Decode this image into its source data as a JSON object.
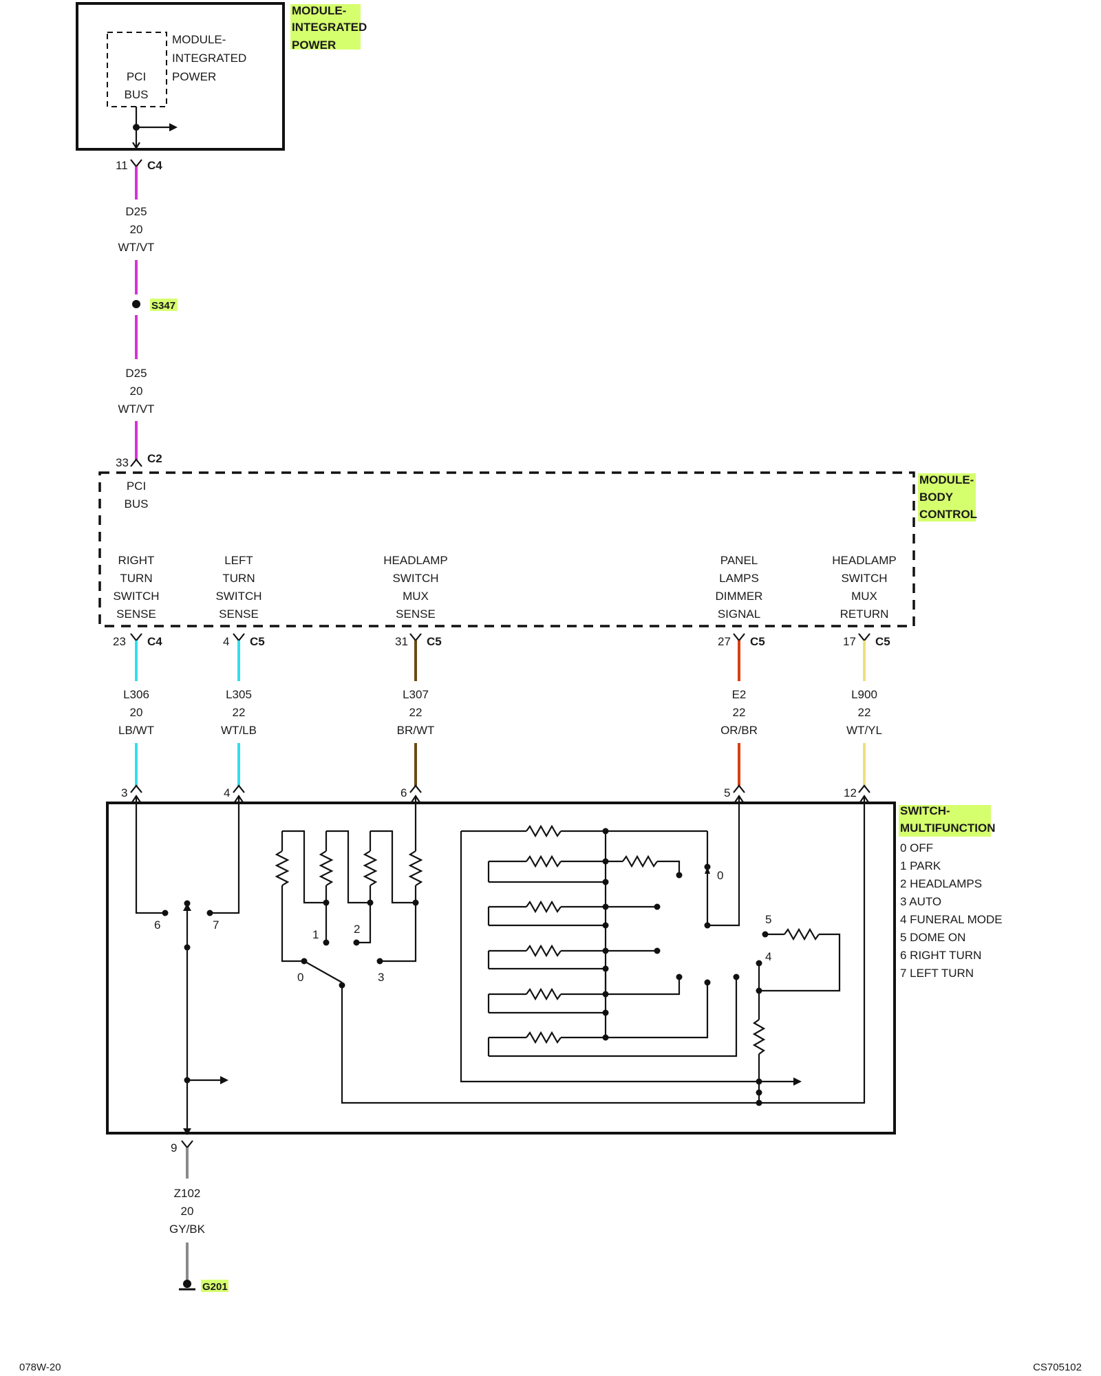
{
  "module_ipm": {
    "title_lines": [
      "MODULE-",
      "INTEGRATED",
      "POWER"
    ],
    "inner_lines": [
      "MODULE-",
      "INTEGRATED",
      "POWER"
    ],
    "pci_lines": [
      "PCI",
      "BUS"
    ],
    "pin": "11",
    "connector": "C4"
  },
  "wire_d25_top": {
    "circuit": "D25",
    "gauge": "20",
    "color": "WT/VT",
    "hex": "#d633d6"
  },
  "splice": {
    "label": "S347"
  },
  "wire_d25_bottom": {
    "circuit": "D25",
    "gauge": "20",
    "color": "WT/VT",
    "hex": "#d633d6"
  },
  "module_bcm": {
    "title_lines": [
      "MODULE-",
      "BODY",
      "CONTROL"
    ],
    "pci_lines": [
      "PCI",
      "BUS"
    ],
    "pci_pin": "33",
    "pci_connector": "C2",
    "functions": [
      {
        "lines": [
          "RIGHT",
          "TURN",
          "SWITCH",
          "SENSE"
        ],
        "pin": "23",
        "connector": "C4"
      },
      {
        "lines": [
          "LEFT",
          "TURN",
          "SWITCH",
          "SENSE"
        ],
        "pin": "4",
        "connector": "C5"
      },
      {
        "lines": [
          "HEADLAMP",
          "SWITCH",
          "MUX",
          "SENSE"
        ],
        "pin": "31",
        "connector": "C5"
      },
      {
        "lines": [
          "PANEL",
          "LAMPS",
          "DIMMER",
          "SIGNAL"
        ],
        "pin": "27",
        "connector": "C5"
      },
      {
        "lines": [
          "HEADLAMP",
          "SWITCH",
          "MUX",
          "RETURN"
        ],
        "pin": "17",
        "connector": "C5"
      }
    ]
  },
  "wires": [
    {
      "circuit": "L306",
      "gauge": "20",
      "color": "LB/WT",
      "hex": "#33ddee",
      "switch_pin": "3"
    },
    {
      "circuit": "L305",
      "gauge": "22",
      "color": "WT/LB",
      "hex": "#33ddee",
      "switch_pin": "4"
    },
    {
      "circuit": "L307",
      "gauge": "22",
      "color": "BR/WT",
      "hex": "#6b4a12",
      "switch_pin": "6"
    },
    {
      "circuit": "E2",
      "gauge": "22",
      "color": "OR/BR",
      "hex": "#d9400f",
      "switch_pin": "5"
    },
    {
      "circuit": "L900",
      "gauge": "22",
      "color": "WT/YL",
      "hex": "#eee07a",
      "switch_pin": "12"
    }
  ],
  "switch_mf": {
    "title_lines": [
      "SWITCH-",
      "MULTIFUNCTION"
    ],
    "legend": [
      "0 OFF",
      "1 PARK",
      "2 HEADLAMPS",
      "3 AUTO",
      "4 FUNERAL MODE",
      "5 DOME ON",
      "6 RIGHT TURN",
      "7 LEFT TURN"
    ],
    "turn_positions": [
      "6",
      "7"
    ],
    "headlamp_positions": [
      "0",
      "1",
      "2",
      "3"
    ],
    "dimmer_positions": [
      "0",
      "4",
      "5"
    ]
  },
  "ground_wire": {
    "pin": "9",
    "circuit": "Z102",
    "gauge": "20",
    "color": "GY/BK",
    "hex": "#8a8a8a"
  },
  "ground": {
    "label": "G201"
  },
  "footer": {
    "left": "078W-20",
    "right": "CS705102"
  }
}
